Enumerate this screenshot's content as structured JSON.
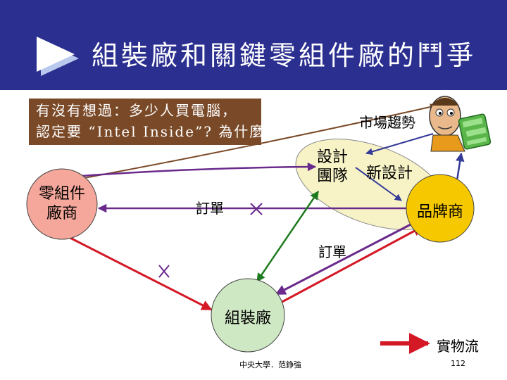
{
  "title": "組裝廠和關鍵零組件廠的鬥爭",
  "question": {
    "line1": "有沒有想過：多少人買電腦，",
    "line2": "認定要 “Intel Inside”? 為什麼？"
  },
  "labels": {
    "market_trend": "市場趨勢",
    "design_team_line1": "設計",
    "design_team_line2": "團隊",
    "new_design": "新設計",
    "order_top": "訂單",
    "order_middle": "訂單",
    "physical_flow": "實物流"
  },
  "nodes": {
    "component_maker_line1": "零組件",
    "component_maker_line2": "廠商",
    "brand": "品牌商",
    "assembler": "組裝廠"
  },
  "footer": {
    "credit": "中央大學．范錚強",
    "page": "112"
  },
  "colors": {
    "header": "#2b2f8f",
    "question_bg": "#7a4a28",
    "component_node": "#f4a79a",
    "brand_node": "#f6c800",
    "assembler_node": "#cfe8c4",
    "design_ellipse": "#f7f3c7",
    "red_arrow": "#d41826",
    "purple_arrow": "#6a2a8c",
    "green_arrow": "#1e7a1e",
    "blue_arrow": "#343a98",
    "brown_arrow": "#7a4a28"
  },
  "icons": [
    "play-arrow-icon",
    "consumer-with-money-icon"
  ]
}
